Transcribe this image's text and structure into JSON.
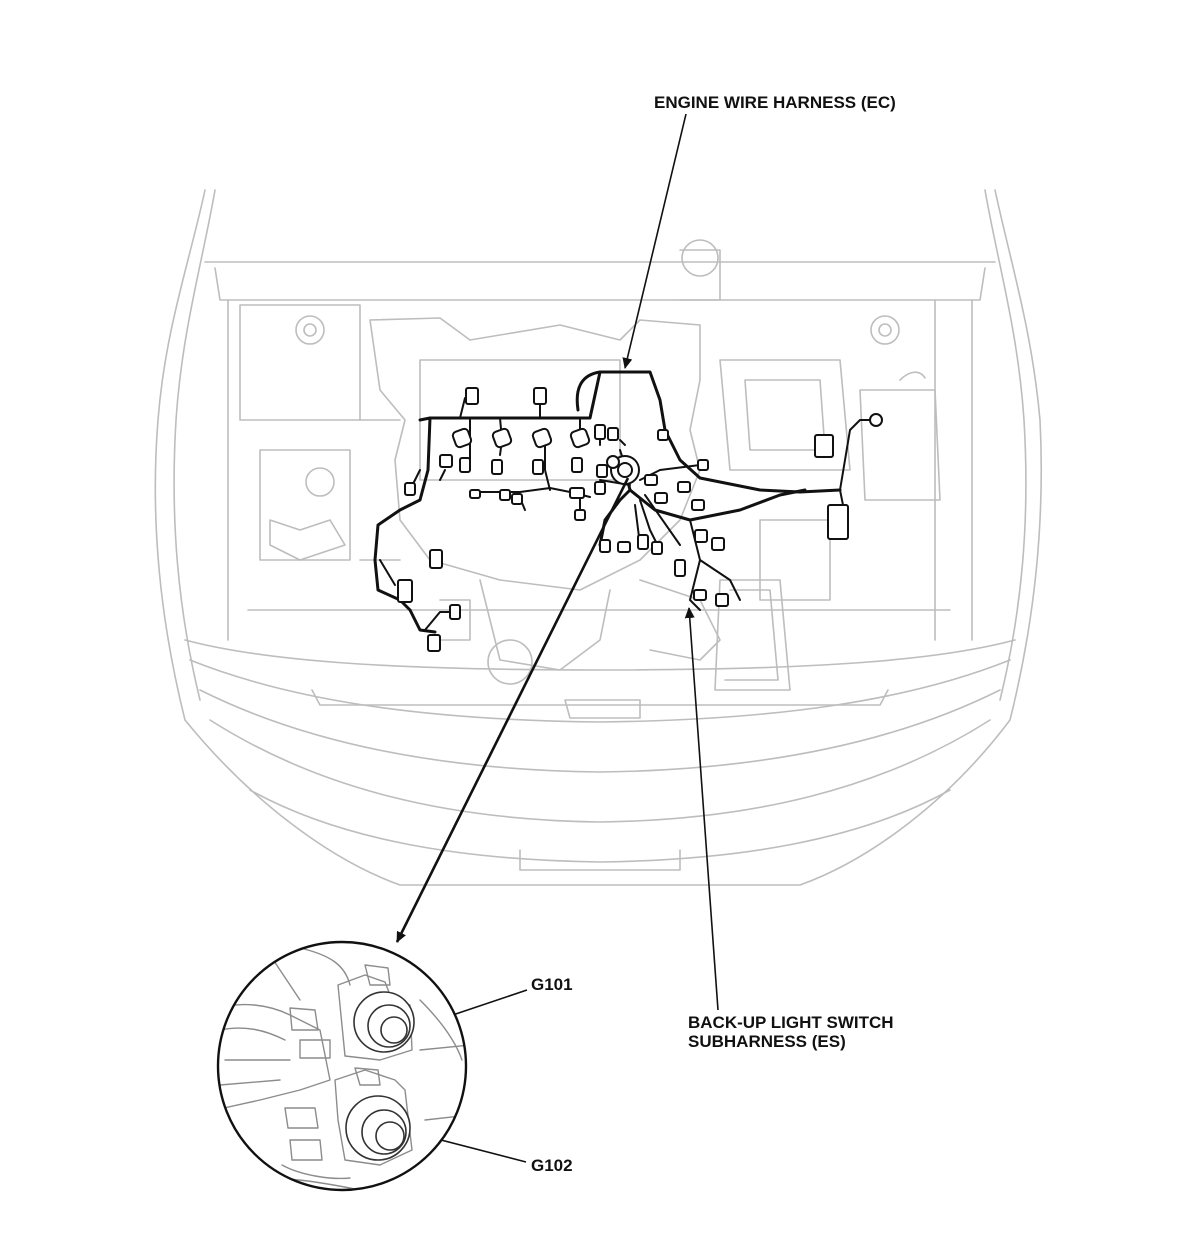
{
  "labels": {
    "engine_harness": "ENGINE WIRE HARNESS (EC)",
    "backup_line1": "BACK-UP LIGHT SWITCH",
    "backup_line2": "SUBHARNESS (ES)",
    "g101": "G101",
    "g102": "G102"
  },
  "icons": {
    "arrowhead": "filled-triangle",
    "connector": "rounded-rectangle",
    "ground-terminal": "concentric-circles"
  },
  "colors": {
    "line_art": "#bdbdbd",
    "harness": "#111111",
    "text": "#111111",
    "background": "#ffffff"
  }
}
